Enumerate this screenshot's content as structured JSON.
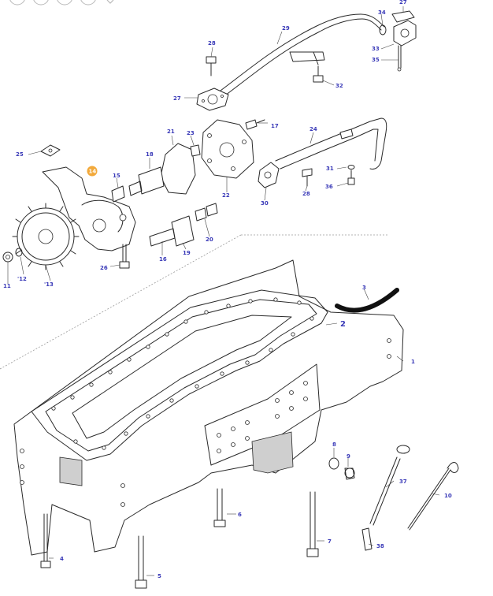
{
  "diagram": {
    "highlighted_label": "14",
    "labels": {
      "p1": "1",
      "p2": "2",
      "p3": "3",
      "p4": "4",
      "p5": "5",
      "p6": "6",
      "p7": "7",
      "p8": "8",
      "p9": "9",
      "p10": "10",
      "p11": "11",
      "p12": "'12",
      "p13": "'13",
      "p15": "15",
      "p16": "16",
      "p17": "17",
      "p18": "18",
      "p19": "19",
      "p20": "20",
      "p21": "21",
      "p22": "22",
      "p23": "23",
      "p24": "24",
      "p25": "25",
      "p26": "26",
      "p27a": "27",
      "p27b": "27",
      "p28a": "28",
      "p28b": "28",
      "p29": "29",
      "p30": "30",
      "p31": "31",
      "p32": "32",
      "p33": "33",
      "p34": "34",
      "p35": "35",
      "p36": "36",
      "p37": "37",
      "p38": "38"
    }
  },
  "toolbar": {
    "buttons": [
      {
        "name": "zoom-in",
        "icon": "zoom-in-icon"
      },
      {
        "name": "zoom-out",
        "icon": "zoom-out-icon"
      },
      {
        "name": "back",
        "icon": "arrow-left-icon"
      },
      {
        "name": "reset",
        "icon": "reset-icon"
      },
      {
        "name": "more",
        "icon": "chevron-down-icon"
      }
    ]
  }
}
